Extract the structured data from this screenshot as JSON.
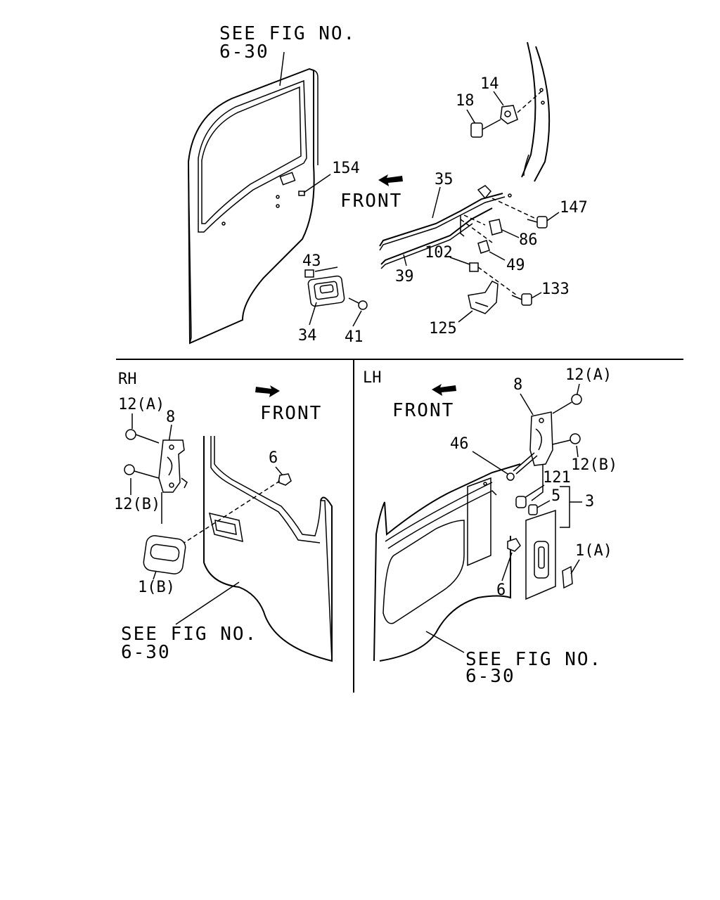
{
  "top": {
    "see_fig": [
      "SEE FIG NO.",
      "6-30"
    ],
    "front": "FRONT",
    "callouts": {
      "c14": "14",
      "c18": "18",
      "c154": "154",
      "c35": "35",
      "c147": "147",
      "c86": "86",
      "c43": "43",
      "c102": "102",
      "c49": "49",
      "c39": "39",
      "c133": "133",
      "c34": "34",
      "c41": "41",
      "c125": "125"
    }
  },
  "rh": {
    "side": "RH",
    "front": "FRONT",
    "see_fig": [
      "SEE FIG NO.",
      "6-30"
    ],
    "callouts": {
      "c12a": "12(A)",
      "c8": "8",
      "c6": "6",
      "c12b": "12(B)",
      "c1b": "1(B)"
    }
  },
  "lh": {
    "side": "LH",
    "front": "FRONT",
    "see_fig": [
      "SEE FIG NO.",
      "6-30"
    ],
    "callouts": {
      "c12a": "12(A)",
      "c8": "8",
      "c46": "46",
      "c12b": "12(B)",
      "c121": "121",
      "c5": "5",
      "c3": "3",
      "c1a": "1(A)",
      "c6": "6"
    }
  }
}
